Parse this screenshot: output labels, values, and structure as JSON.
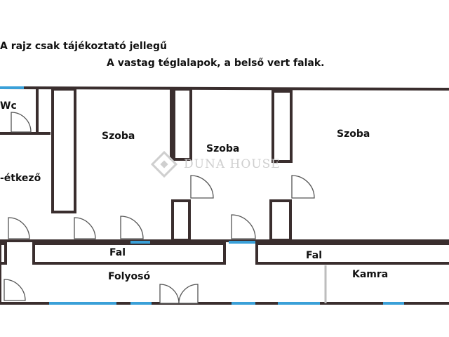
{
  "notes": {
    "line1": "A rajz csak tájékoztató jellegű",
    "line2": "A vastag téglalapok, a belső vert falak."
  },
  "rooms": {
    "wc": "Wc",
    "kitchen": "-étkező",
    "room1": "Szoba",
    "room2": "Szoba",
    "room3": "Szoba",
    "wall1": "Fal",
    "wall2": "Fal",
    "corridor": "Folyosó",
    "pantry": "Kamra"
  },
  "watermark": "DUNA HOUSE",
  "colors": {
    "wall": "#3a2e2e",
    "window": "#3aa0d8",
    "door": "#555555",
    "watermark": "#cfcfcf"
  },
  "icons": {
    "logo": "diamond-logo-icon"
  }
}
